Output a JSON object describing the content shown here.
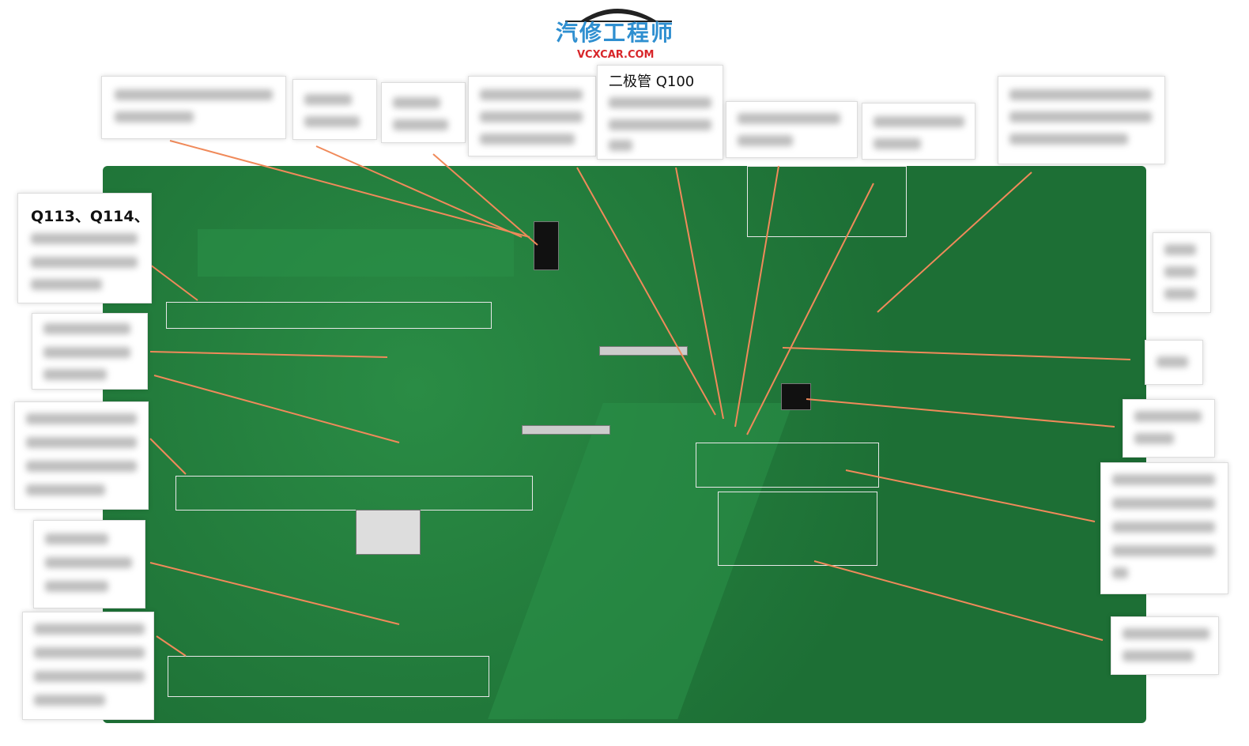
{
  "logo": {
    "chinese": "汽修工程师",
    "domain": "VCXCAR.COM",
    "icon": "car-silhouette-icon"
  },
  "labels": {
    "top_partial": "二极管 Q100",
    "left_q113": "Q113、Q114、"
  },
  "colors": {
    "board": "#1f7a3a",
    "arrow": "#f08a5a",
    "logo_blue": "#2f8fd0",
    "logo_red": "#d8262a"
  }
}
